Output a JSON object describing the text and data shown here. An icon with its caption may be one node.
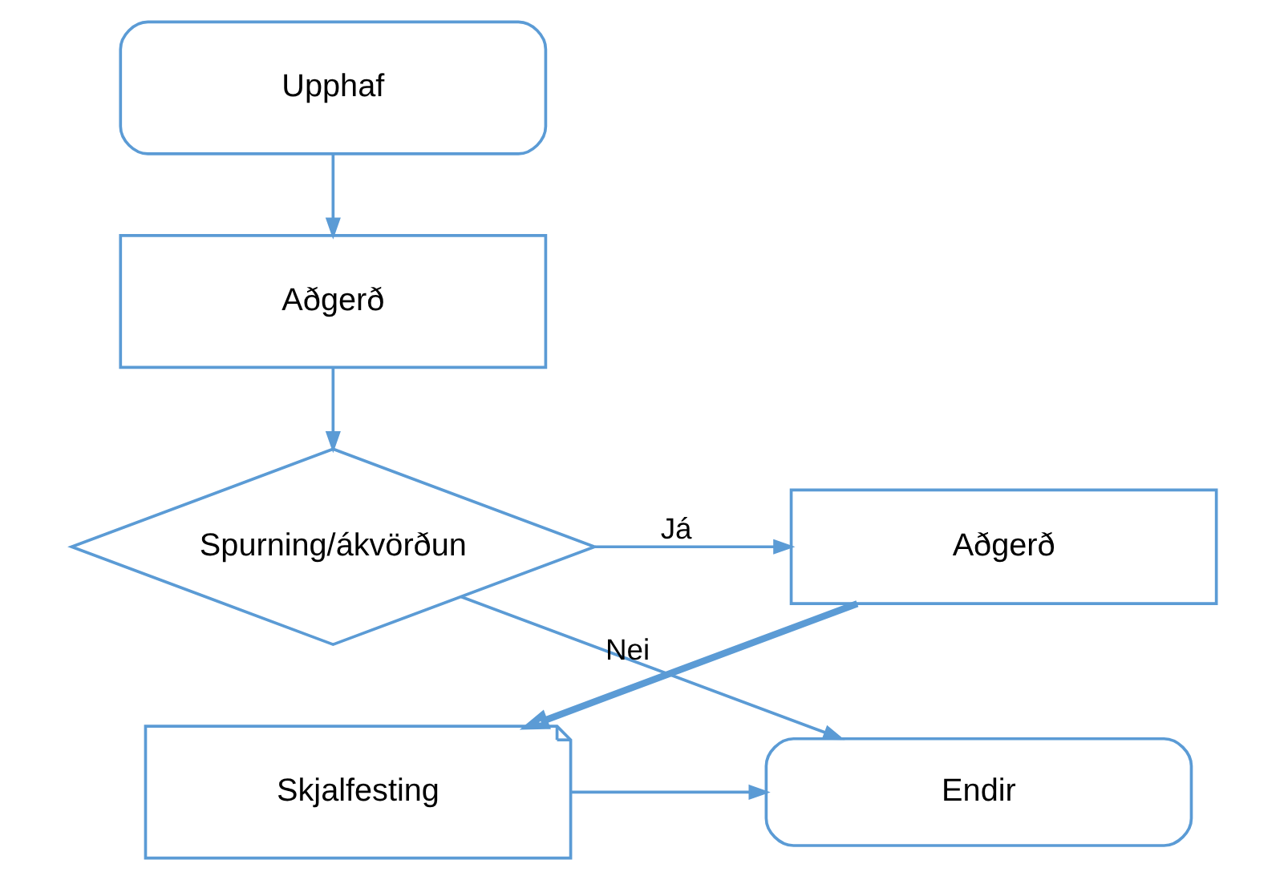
{
  "diagram": {
    "nodes": [
      {
        "text": [
          "Upphaf"
        ]
      },
      {
        "text": [
          "Aðgerð"
        ]
      },
      {
        "text": [
          "Spurning/ákvörðun"
        ]
      },
      {
        "text": [
          "Aðgerð"
        ]
      },
      {
        "text": [
          "Skjalfesting"
        ]
      },
      {
        "text": [
          "Endir"
        ]
      }
    ],
    "edges": [
      {
        "from": 0,
        "to": 1,
        "arrow": "to"
      },
      {
        "from": 1,
        "to": 2,
        "arrow": "to"
      },
      {
        "from": 2,
        "to": 3,
        "arrow": "to",
        "label": "Já"
      },
      {
        "from": 2,
        "to": 5,
        "arrow": "to",
        "label": "Nei"
      },
      {
        "from": 3,
        "to": 4,
        "arrow": "to",
        "style": "thick"
      },
      {
        "from": 4,
        "to": 5,
        "arrow": "to"
      }
    ]
  }
}
